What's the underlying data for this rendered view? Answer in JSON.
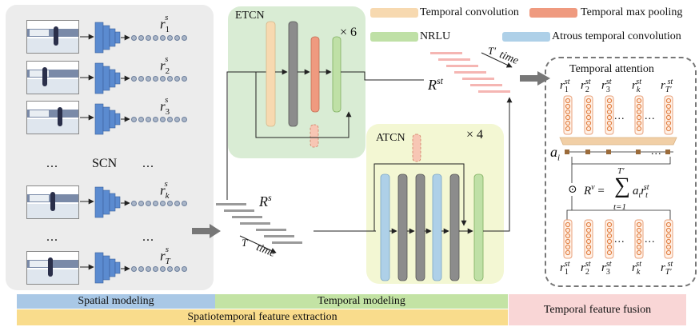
{
  "legend": {
    "items": [
      {
        "label": "Temporal convolution",
        "color": "#f7d9b0"
      },
      {
        "label": "Temporal max pooling",
        "color": "#ef9a7f"
      },
      {
        "label": "NRLU",
        "color": "#bfe0a6"
      },
      {
        "label": "Atrous temporal convolution",
        "color": "#aed0e8"
      }
    ]
  },
  "scn": {
    "label": "SCN",
    "outputs": [
      "1",
      "2",
      "3",
      "k",
      "T"
    ],
    "ellipsis": "..."
  },
  "etcn": {
    "label": "ETCN",
    "repeat": "× 6"
  },
  "atcn": {
    "label": "ATCN",
    "repeat": "× 4"
  },
  "seq": {
    "rs": "R",
    "rs_sup": "s",
    "rst": "R",
    "rst_sup": "st",
    "axis_t": "T",
    "axis_time": "time",
    "axis_tprime": "T′",
    "axis_time2": "time"
  },
  "attention": {
    "title": "Temporal attention",
    "top_labels": [
      "1",
      "2",
      "3",
      "k",
      "T′"
    ],
    "r_sup": "st",
    "ellipsis": "...",
    "weight_label": "a",
    "weight_sub": "i",
    "formula_lhs": "R",
    "formula_lhs_sup": "v",
    "formula_eq": "=",
    "formula_sum_top": "T′",
    "formula_sum_bottom": "t=1",
    "formula_term": "a",
    "formula_term_sub": "t",
    "formula_r": "r",
    "formula_r_sub": "t",
    "formula_r_sup": "st",
    "odot": "⊙"
  },
  "bottom_bars": {
    "spatial": "Spatial modeling",
    "temporal": "Temporal modeling",
    "spatiotemporal": "Spatiotemporal feature extraction",
    "fusion": "Temporal feature fusion"
  },
  "colors": {
    "panel_gray": "#ececec",
    "etcn_bg": "#d9ecd4",
    "atcn_bg": "#f3f7d3",
    "spatial_bar": "#a9c8e6",
    "temporal_bar": "#c3e3a4",
    "st_bar": "#f9dc8c",
    "fusion_bar": "#f9d6d6",
    "cnn_blue": "#5b8bd0"
  }
}
